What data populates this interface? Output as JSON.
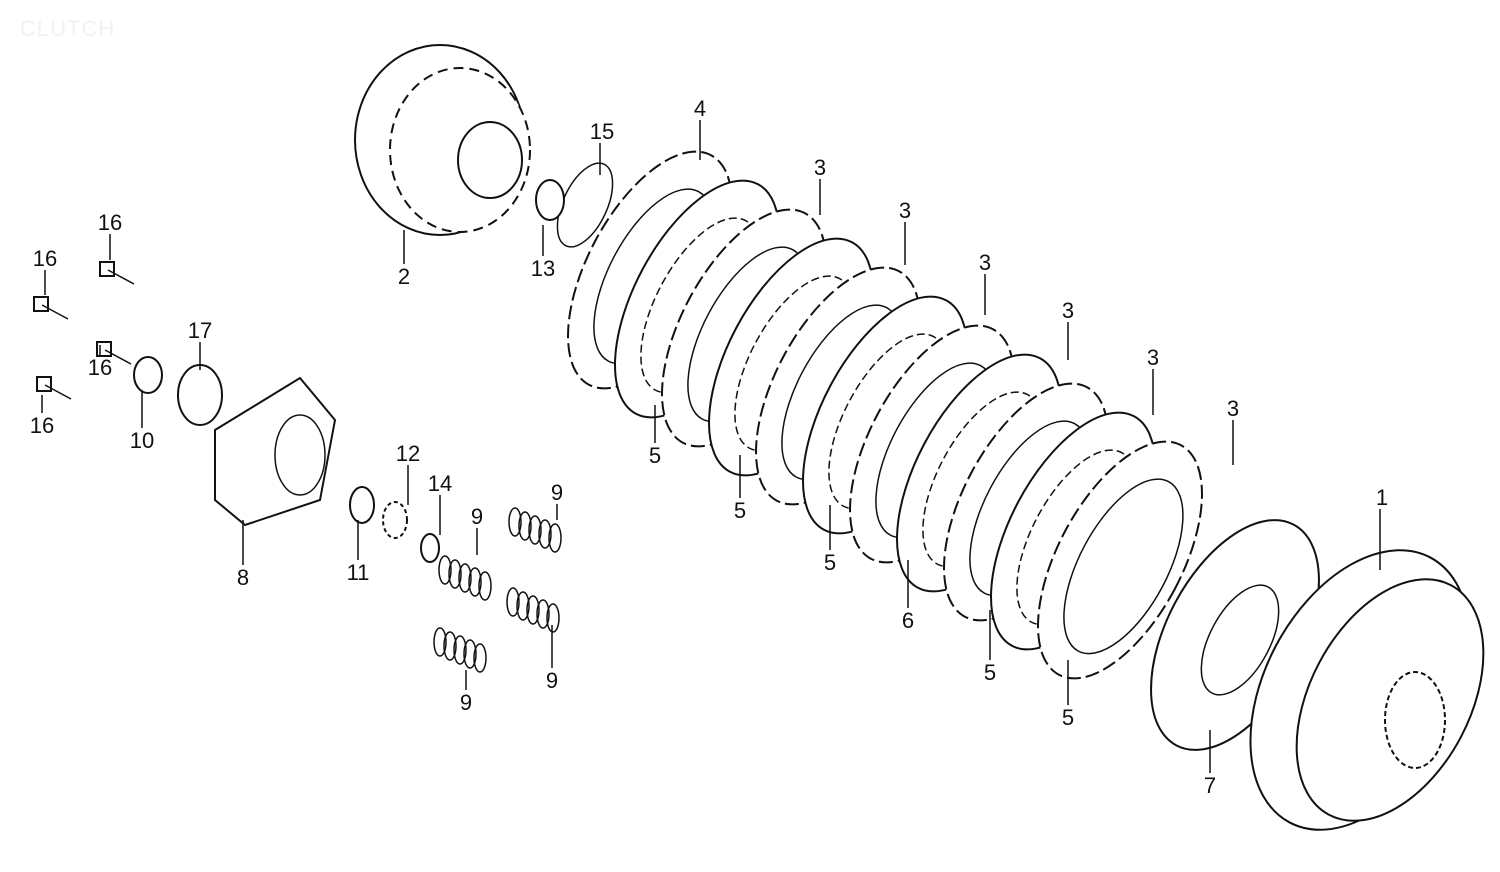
{
  "title": "CLUTCH",
  "callouts": [
    "4",
    "15",
    "3",
    "3",
    "3",
    "3",
    "3",
    "3",
    "1",
    "2",
    "13",
    "16",
    "16",
    "16",
    "16",
    "17",
    "10",
    "8",
    "12",
    "14",
    "9",
    "9",
    "11",
    "9",
    "9",
    "5",
    "5",
    "5",
    "6",
    "5",
    "5",
    "7"
  ]
}
